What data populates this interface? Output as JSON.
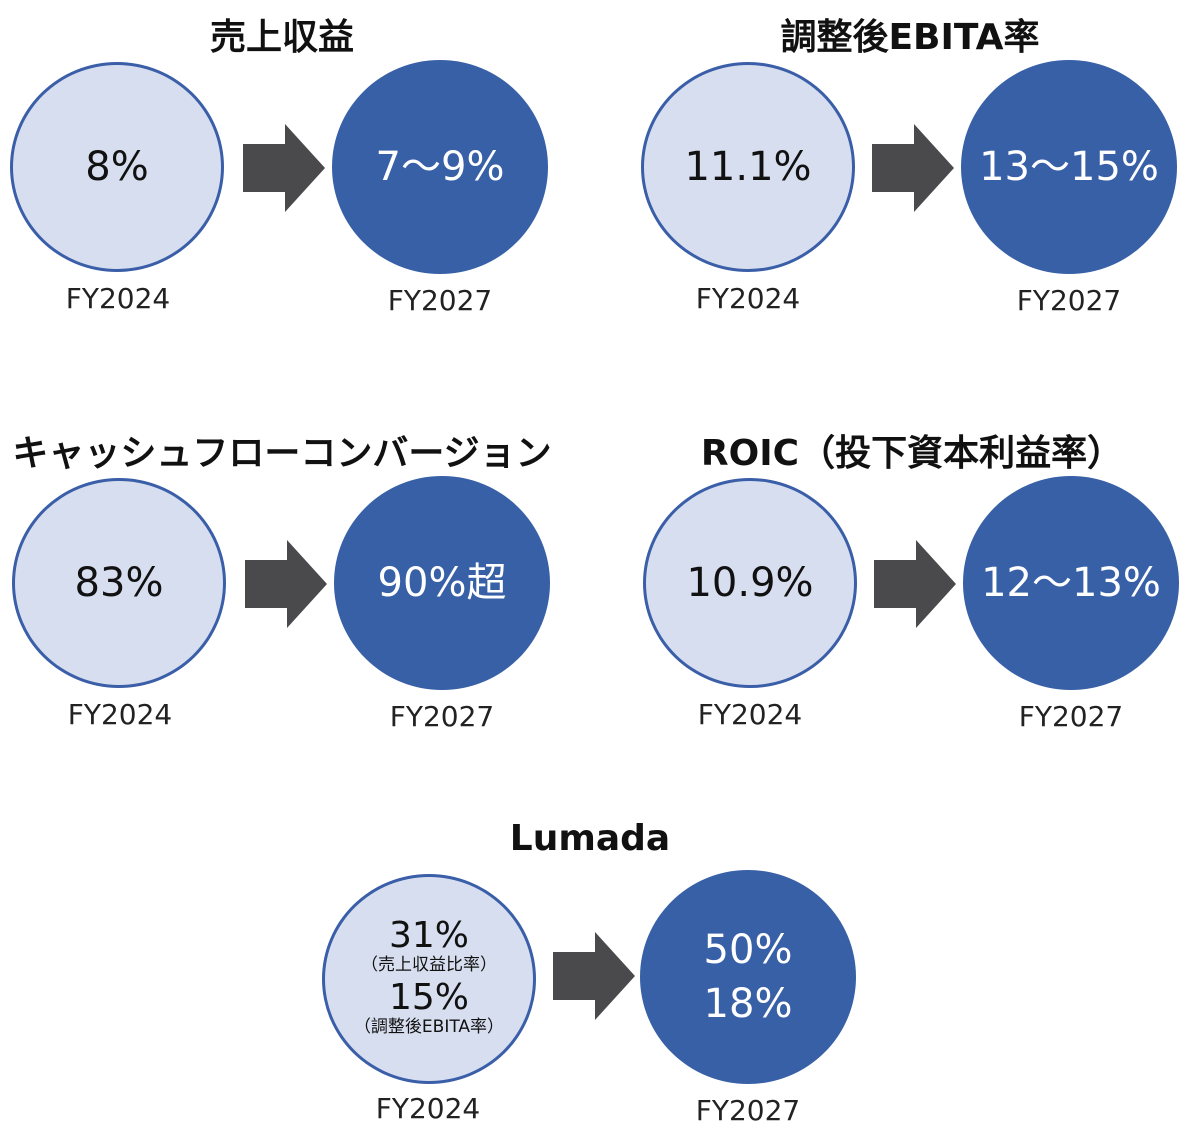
{
  "colors": {
    "before_fill": "#d7deef",
    "before_border": "#3a5fa8",
    "after_fill": "#3860a7",
    "arrow": "#4a4a4d"
  },
  "icons": [
    "right-arrow-icon"
  ],
  "kpis": [
    {
      "title": "売上収益",
      "before_value": "8%",
      "after_value": "7〜9%",
      "before_label": "FY2024",
      "after_label": "FY2027"
    },
    {
      "title": "調整後EBITA率",
      "before_value": "11.1%",
      "after_value": "13〜15%",
      "before_label": "FY2024",
      "after_label": "FY2027"
    },
    {
      "title": "キャッシュフローコンバージョン",
      "before_value": "83%",
      "after_value": "90%超",
      "before_label": "FY2024",
      "after_label": "FY2027"
    },
    {
      "title": "ROIC（投下資本利益率）",
      "before_value": "10.9%",
      "after_value": "12〜13%",
      "before_label": "FY2024",
      "after_label": "FY2027"
    }
  ],
  "lumada": {
    "title": "Lumada",
    "before_value_1": "31%",
    "before_note_1": "（売上収益比率）",
    "before_value_2": "15%",
    "before_note_2": "（調整後EBITA率）",
    "after_value_1": "50%",
    "after_value_2": "18%",
    "before_label": "FY2024",
    "after_label": "FY2027"
  }
}
